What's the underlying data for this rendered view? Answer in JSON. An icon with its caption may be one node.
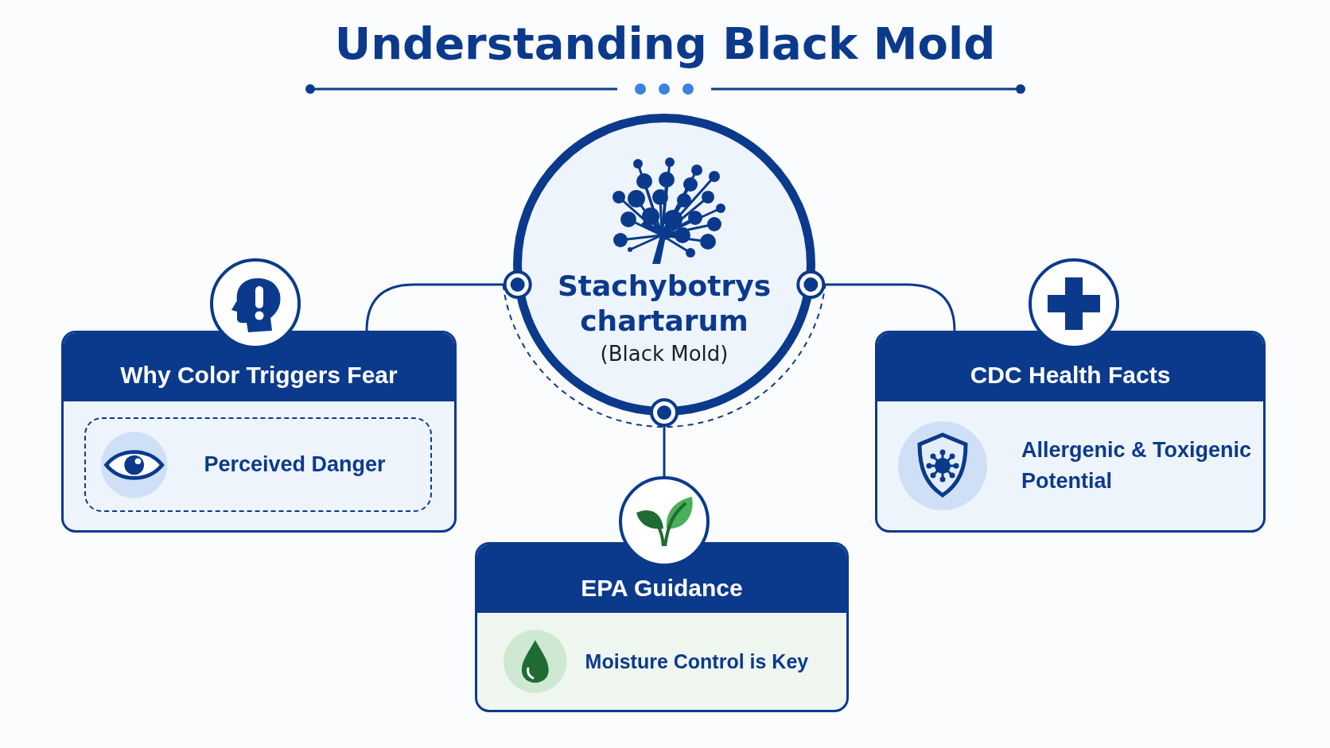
{
  "diagram": {
    "title": "Understanding Black Mold",
    "nodes": [
      {
        "text": [
          "Stachybotrys chartarum",
          "(Black Mold)"
        ]
      },
      {
        "text": [
          "Why Color Triggers Fear"
        ]
      },
      {
        "text": [
          "Perceived Danger"
        ],
        "in": 1
      },
      {
        "text": [
          "CDC Health Facts",
          "Allergenic & Toxigenic Potential"
        ]
      },
      {
        "text": [
          "EPA Guidance",
          "Moisture Control is Key"
        ]
      }
    ],
    "edges": [
      {
        "from": 0,
        "to": 1,
        "arrow": "other"
      },
      {
        "from": 0,
        "to": 3,
        "arrow": "other"
      },
      {
        "from": 0,
        "to": 4,
        "arrow": "other"
      }
    ]
  }
}
